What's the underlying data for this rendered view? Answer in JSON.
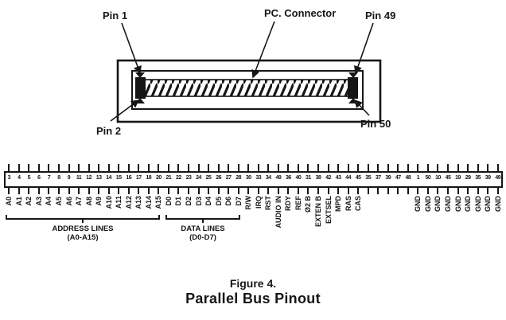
{
  "figure": {
    "number_label": "Figure 4.",
    "title": "Parallel Bus Pinout"
  },
  "connector_diagram": {
    "labels": {
      "pin1": "Pin 1",
      "pc_connector": "PC. Connector",
      "pin49": "Pin 49",
      "pin2": "Pin 2",
      "pin50": "Pin 50"
    }
  },
  "pinout": {
    "groups": [
      {
        "name": "ADDRESS LINES",
        "range": "(A0-A15)"
      },
      {
        "name": "DATA LINES",
        "range": "(D0-D7)"
      }
    ],
    "pins": [
      {
        "n": "3",
        "s": "A0"
      },
      {
        "n": "4",
        "s": "A1"
      },
      {
        "n": "5",
        "s": "A2"
      },
      {
        "n": "6",
        "s": "A3"
      },
      {
        "n": "7",
        "s": "A4"
      },
      {
        "n": "8",
        "s": "A5"
      },
      {
        "n": "9",
        "s": "A6"
      },
      {
        "n": "11",
        "s": "A7"
      },
      {
        "n": "12",
        "s": "A8"
      },
      {
        "n": "13",
        "s": "A9"
      },
      {
        "n": "14",
        "s": "A10"
      },
      {
        "n": "15",
        "s": "A11"
      },
      {
        "n": "16",
        "s": "A12"
      },
      {
        "n": "17",
        "s": "A13"
      },
      {
        "n": "18",
        "s": "A14"
      },
      {
        "n": "20",
        "s": "A15"
      },
      {
        "n": "21",
        "s": "D0"
      },
      {
        "n": "22",
        "s": "D1"
      },
      {
        "n": "23",
        "s": "D2"
      },
      {
        "n": "24",
        "s": "D3"
      },
      {
        "n": "25",
        "s": "D4"
      },
      {
        "n": "26",
        "s": "D5"
      },
      {
        "n": "27",
        "s": "D6"
      },
      {
        "n": "28",
        "s": "D7"
      },
      {
        "n": "30",
        "s": "R/W"
      },
      {
        "n": "33",
        "s": "IRQ"
      },
      {
        "n": "34",
        "s": "RST"
      },
      {
        "n": "49",
        "s": "AUDIO IN"
      },
      {
        "n": "36",
        "s": "RDY"
      },
      {
        "n": "40",
        "s": "REF"
      },
      {
        "n": "31",
        "s": "Ø2 B"
      },
      {
        "n": "38",
        "s": "EXTEN B"
      },
      {
        "n": "42",
        "s": "EXTSEL"
      },
      {
        "n": "43",
        "s": "MPD"
      },
      {
        "n": "44",
        "s": "RAS"
      },
      {
        "n": "45",
        "s": "CAS"
      },
      {
        "n": "35",
        "s": ""
      },
      {
        "n": "37",
        "s": ""
      },
      {
        "n": "39",
        "s": ""
      },
      {
        "n": "47",
        "s": ""
      },
      {
        "n": "48",
        "s": ""
      },
      {
        "n": "1",
        "s": "GND"
      },
      {
        "n": "50",
        "s": "GND"
      },
      {
        "n": "10",
        "s": "GND"
      },
      {
        "n": "45",
        "s": "GND"
      },
      {
        "n": "19",
        "s": "GND"
      },
      {
        "n": "29",
        "s": "GND"
      },
      {
        "n": "35",
        "s": "GND"
      },
      {
        "n": "39",
        "s": "GND"
      },
      {
        "n": "49",
        "s": "GND"
      }
    ]
  },
  "colors": {
    "ink": "#161616",
    "paper": "#ffffff"
  }
}
